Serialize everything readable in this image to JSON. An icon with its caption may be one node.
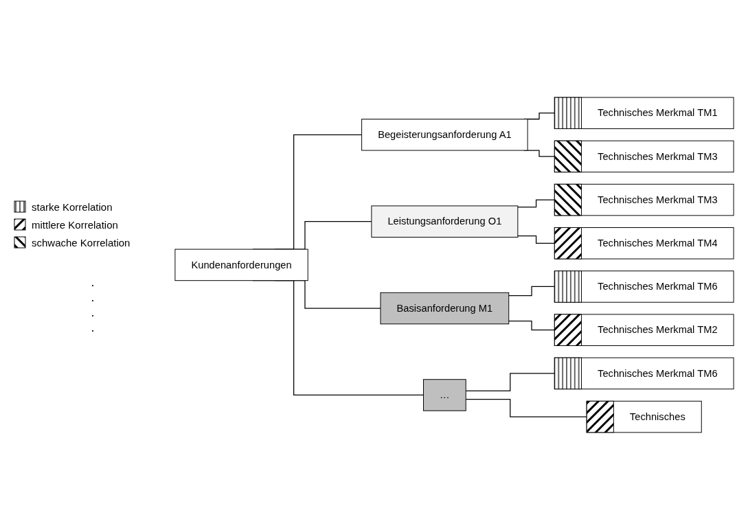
{
  "diagram": {
    "nodes": [
      {
        "text": [
          "Kundenanforderungen"
        ]
      },
      {
        "text": [
          "Begeisterungsanforderung A1"
        ]
      },
      {
        "text": [
          "Leistungsanforderung O1"
        ]
      },
      {
        "text": [
          "Basisanforderung M1"
        ]
      },
      {
        "text": [
          "…"
        ]
      },
      {
        "text": [
          "Technisches Merkmal TM1"
        ]
      },
      {
        "text": [
          "Technisches Merkmal TM3"
        ]
      },
      {
        "text": [
          "Technisches Merkmal TM3"
        ]
      },
      {
        "text": [
          "Technisches Merkmal TM4"
        ]
      },
      {
        "text": [
          "Technisches Merkmal TM6"
        ]
      },
      {
        "text": [
          "Technisches Merkmal TM2"
        ]
      },
      {
        "text": [
          "Technisches Merkmal TM6"
        ]
      },
      {
        "text": [
          "Technisches"
        ]
      }
    ],
    "edges": [
      {
        "from": 0,
        "to": 1,
        "arrow": "none"
      },
      {
        "from": 0,
        "to": 2,
        "arrow": "none"
      },
      {
        "from": 0,
        "to": 3,
        "arrow": "none"
      },
      {
        "from": 0,
        "to": 4,
        "arrow": "none"
      },
      {
        "from": 1,
        "to": 5,
        "arrow": "none"
      },
      {
        "from": 1,
        "to": 6,
        "arrow": "none"
      },
      {
        "from": 2,
        "to": 7,
        "arrow": "none"
      },
      {
        "from": 2,
        "to": 8,
        "arrow": "none"
      },
      {
        "from": 3,
        "to": 9,
        "arrow": "none"
      },
      {
        "from": 3,
        "to": 10,
        "arrow": "none"
      },
      {
        "from": 4,
        "to": 11,
        "arrow": "none"
      },
      {
        "from": 4,
        "to": 12,
        "arrow": "none"
      }
    ],
    "labels": [
      ".",
      ".",
      ".",
      "."
    ],
    "legend": [
      {
        "text": "starke Korrelation"
      },
      {
        "text": "mittlere Korrelation"
      },
      {
        "text": "schwache Korrelation"
      }
    ]
  }
}
